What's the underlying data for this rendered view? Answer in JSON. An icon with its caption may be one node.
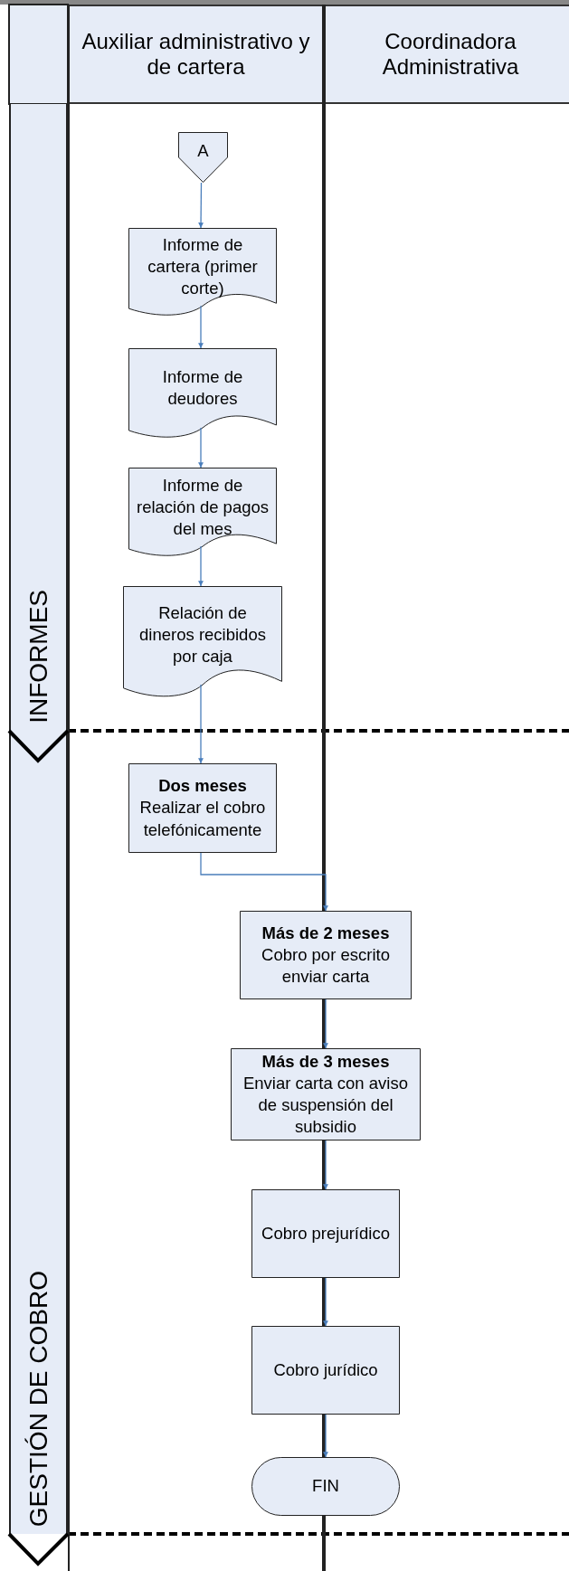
{
  "diagram": {
    "nodes": [
      {
        "text": [
          "Auxiliar administrativo y de cartera"
        ]
      },
      {
        "text": [
          "Coordinadora Administrativa"
        ]
      },
      {
        "text": [
          "INFORMES"
        ]
      },
      {
        "text": [
          "GESTIÓN DE COBRO"
        ]
      },
      {
        "text": [
          "A"
        ],
        "in": 0
      },
      {
        "text": [
          "Informe de cartera (primer corte)"
        ],
        "in": 0
      },
      {
        "text": [
          "Informe de deudores"
        ],
        "in": 0
      },
      {
        "text": [
          "Informe de relación de pagos del mes"
        ],
        "in": 0
      },
      {
        "text": [
          "Relación de dineros recibidos por caja"
        ],
        "in": 0
      },
      {
        "text": [
          "Dos meses",
          "Realizar el cobro telefónicamente"
        ],
        "in": 0
      },
      {
        "text": [
          "Más de 2 meses",
          "Cobro por escrito enviar carta"
        ]
      },
      {
        "text": [
          "Más de 3 meses",
          "Enviar carta con aviso de suspensión del subsidio"
        ]
      },
      {
        "text": [
          "Cobro prejurídico"
        ]
      },
      {
        "text": [
          "Cobro jurídico"
        ]
      },
      {
        "text": [
          "FIN"
        ]
      }
    ],
    "edges": [
      {
        "from": 4,
        "to": 5,
        "arrow": "to"
      },
      {
        "from": 5,
        "to": 6,
        "arrow": "to"
      },
      {
        "from": 6,
        "to": 7,
        "arrow": "to"
      },
      {
        "from": 7,
        "to": 8,
        "arrow": "to"
      },
      {
        "from": 8,
        "to": 9,
        "arrow": "to"
      },
      {
        "from": 9,
        "to": 10,
        "arrow": "to"
      },
      {
        "from": 10,
        "to": 11,
        "arrow": "to"
      },
      {
        "from": 11,
        "to": 12,
        "arrow": "to"
      },
      {
        "from": 12,
        "to": 13,
        "arrow": "to"
      },
      {
        "from": 13,
        "to": 14,
        "arrow": "to"
      }
    ]
  }
}
